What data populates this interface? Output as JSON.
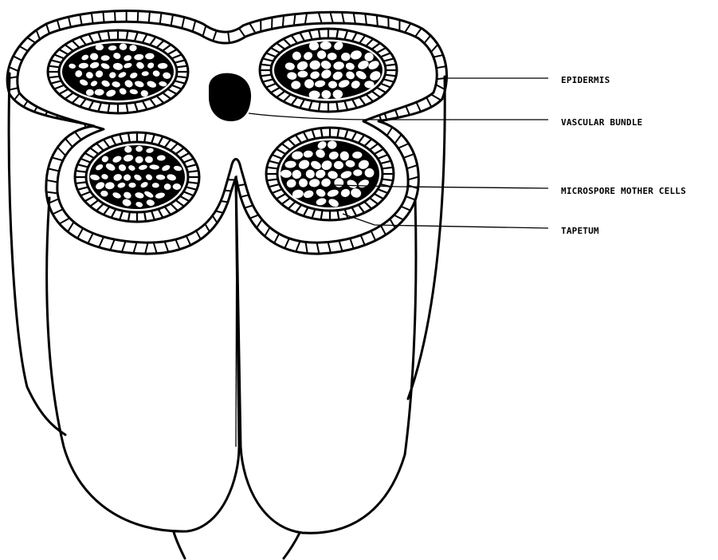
{
  "labels": {
    "epidermis": "EPIDERMIS",
    "vascular_bundle": "VASCULAR BUNDLE",
    "microspore_mother_cells": "MICROSPORE MOTHER CELLS",
    "tapetum": "TAPETUM"
  },
  "colors": {
    "ink": "#000000",
    "paper": "#ffffff"
  }
}
